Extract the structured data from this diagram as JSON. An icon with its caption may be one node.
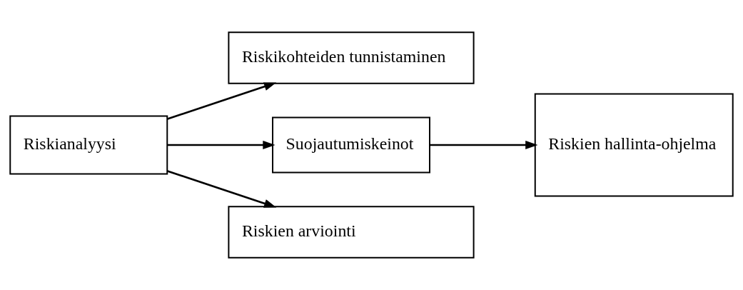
{
  "diagram": {
    "nodes": [
      {
        "text": [
          "Riskikohteiden tunnistaminen"
        ]
      },
      {
        "text": [
          "Riskianalyysi"
        ]
      },
      {
        "text": [
          "Suojautumiskeinot"
        ]
      },
      {
        "text": [
          "Riskien hallinta-ohjelma"
        ]
      },
      {
        "text": [
          "Riskien arviointi"
        ]
      }
    ],
    "edges": [
      {
        "from": 1,
        "to": 0,
        "arrow": "to"
      },
      {
        "from": 1,
        "to": 2,
        "arrow": "to"
      },
      {
        "from": 2,
        "to": 3,
        "arrow": "to"
      },
      {
        "from": 1,
        "to": 4,
        "arrow": "to"
      }
    ]
  }
}
